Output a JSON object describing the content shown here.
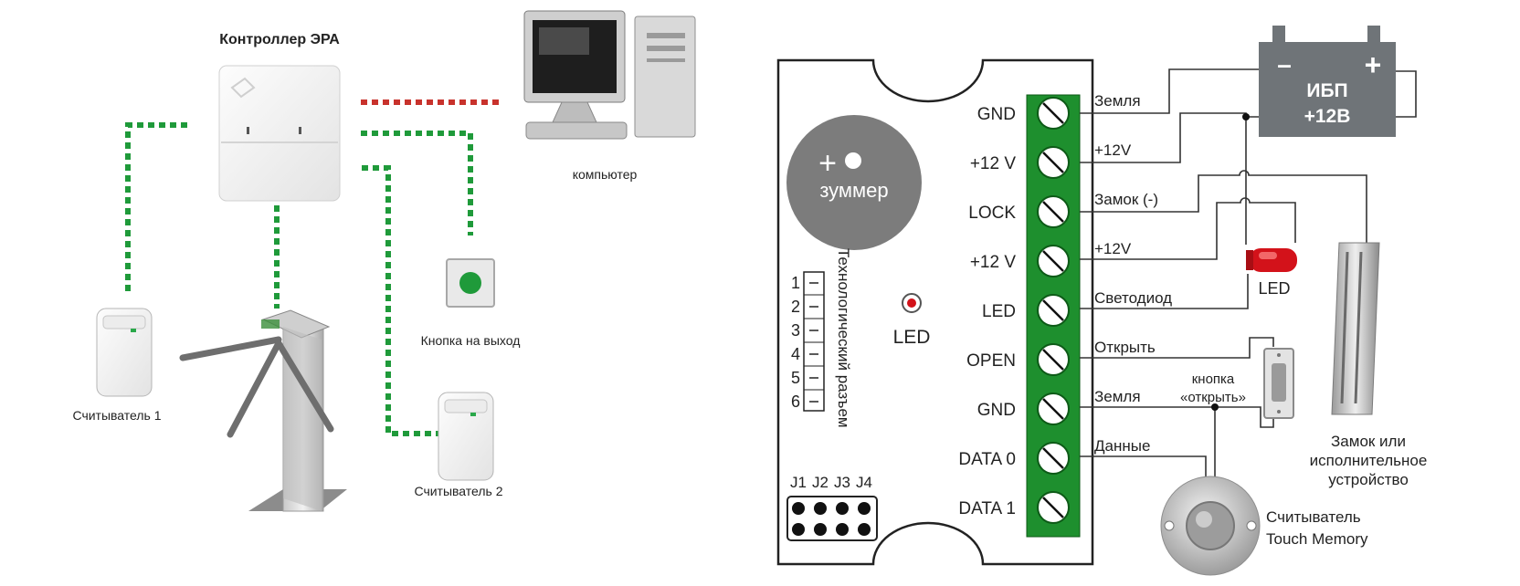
{
  "left_diagram": {
    "controller_title": "Контроллер ЭРА",
    "computer_label": "компьютер",
    "exit_button_label": "Кнопка на выход",
    "reader1_label": "Считыватель 1",
    "reader2_label": "Считыватель 2"
  },
  "right_diagram": {
    "buzzer_plus": "+",
    "buzzer_label": "зуммер",
    "tech_connector_label": "Технологический разъем",
    "tech_pins": [
      "1",
      "2",
      "3",
      "4",
      "5",
      "6"
    ],
    "jumpers": [
      "J1",
      "J2",
      "J3",
      "J4"
    ],
    "board_led_label": "LED",
    "terminals": [
      "GND",
      "+12 V",
      "LOCK",
      "+12 V",
      "LED",
      "OPEN",
      "GND",
      "DATA 0",
      "DATA 1"
    ],
    "wires": [
      "Земля",
      "+12V",
      "Замок (-)",
      "+12V",
      "Светодиод",
      "Открыть",
      "Земля",
      "Данные"
    ],
    "ups": {
      "minus": "–",
      "plus": "+",
      "line1": "ИБП",
      "line2": "+12В"
    },
    "ext_led_label": "LED",
    "open_button_label": [
      "кнопка",
      "«открыть»"
    ],
    "lock_label": [
      "Замок или",
      "исполнительное",
      "устройство"
    ],
    "reader_label": [
      "Считыватель",
      "Touch Memory"
    ]
  },
  "colors": {
    "green_dots": "#1f9a3a",
    "red_dots": "#c8322c",
    "terminal_green": "#1e8f2e",
    "ups_gray": "#6f7478",
    "led_red": "#d3121a",
    "buzzer_gray": "#7c7c7c"
  }
}
